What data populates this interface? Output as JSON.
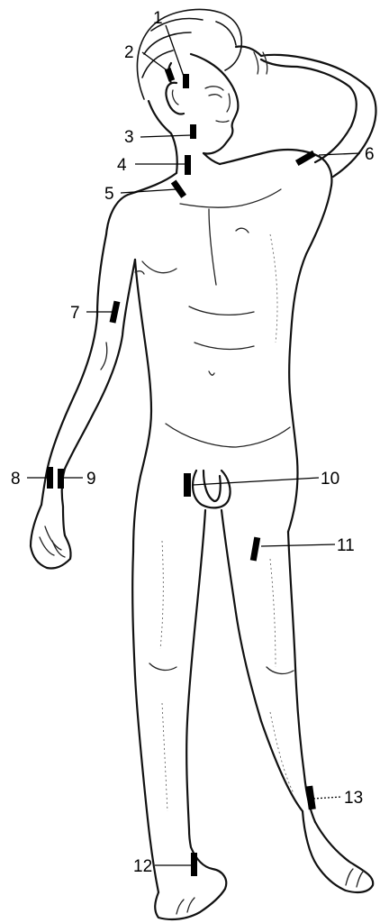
{
  "points": [
    {
      "id": "1",
      "label": "1"
    },
    {
      "id": "2",
      "label": "2"
    },
    {
      "id": "3",
      "label": "3"
    },
    {
      "id": "4",
      "label": "4"
    },
    {
      "id": "5",
      "label": "5"
    },
    {
      "id": "6",
      "label": "6"
    },
    {
      "id": "7",
      "label": "7"
    },
    {
      "id": "8",
      "label": "8"
    },
    {
      "id": "9",
      "label": "9"
    },
    {
      "id": "10",
      "label": "10"
    },
    {
      "id": "11",
      "label": "11"
    },
    {
      "id": "12",
      "label": "12"
    },
    {
      "id": "13",
      "label": "13"
    }
  ]
}
